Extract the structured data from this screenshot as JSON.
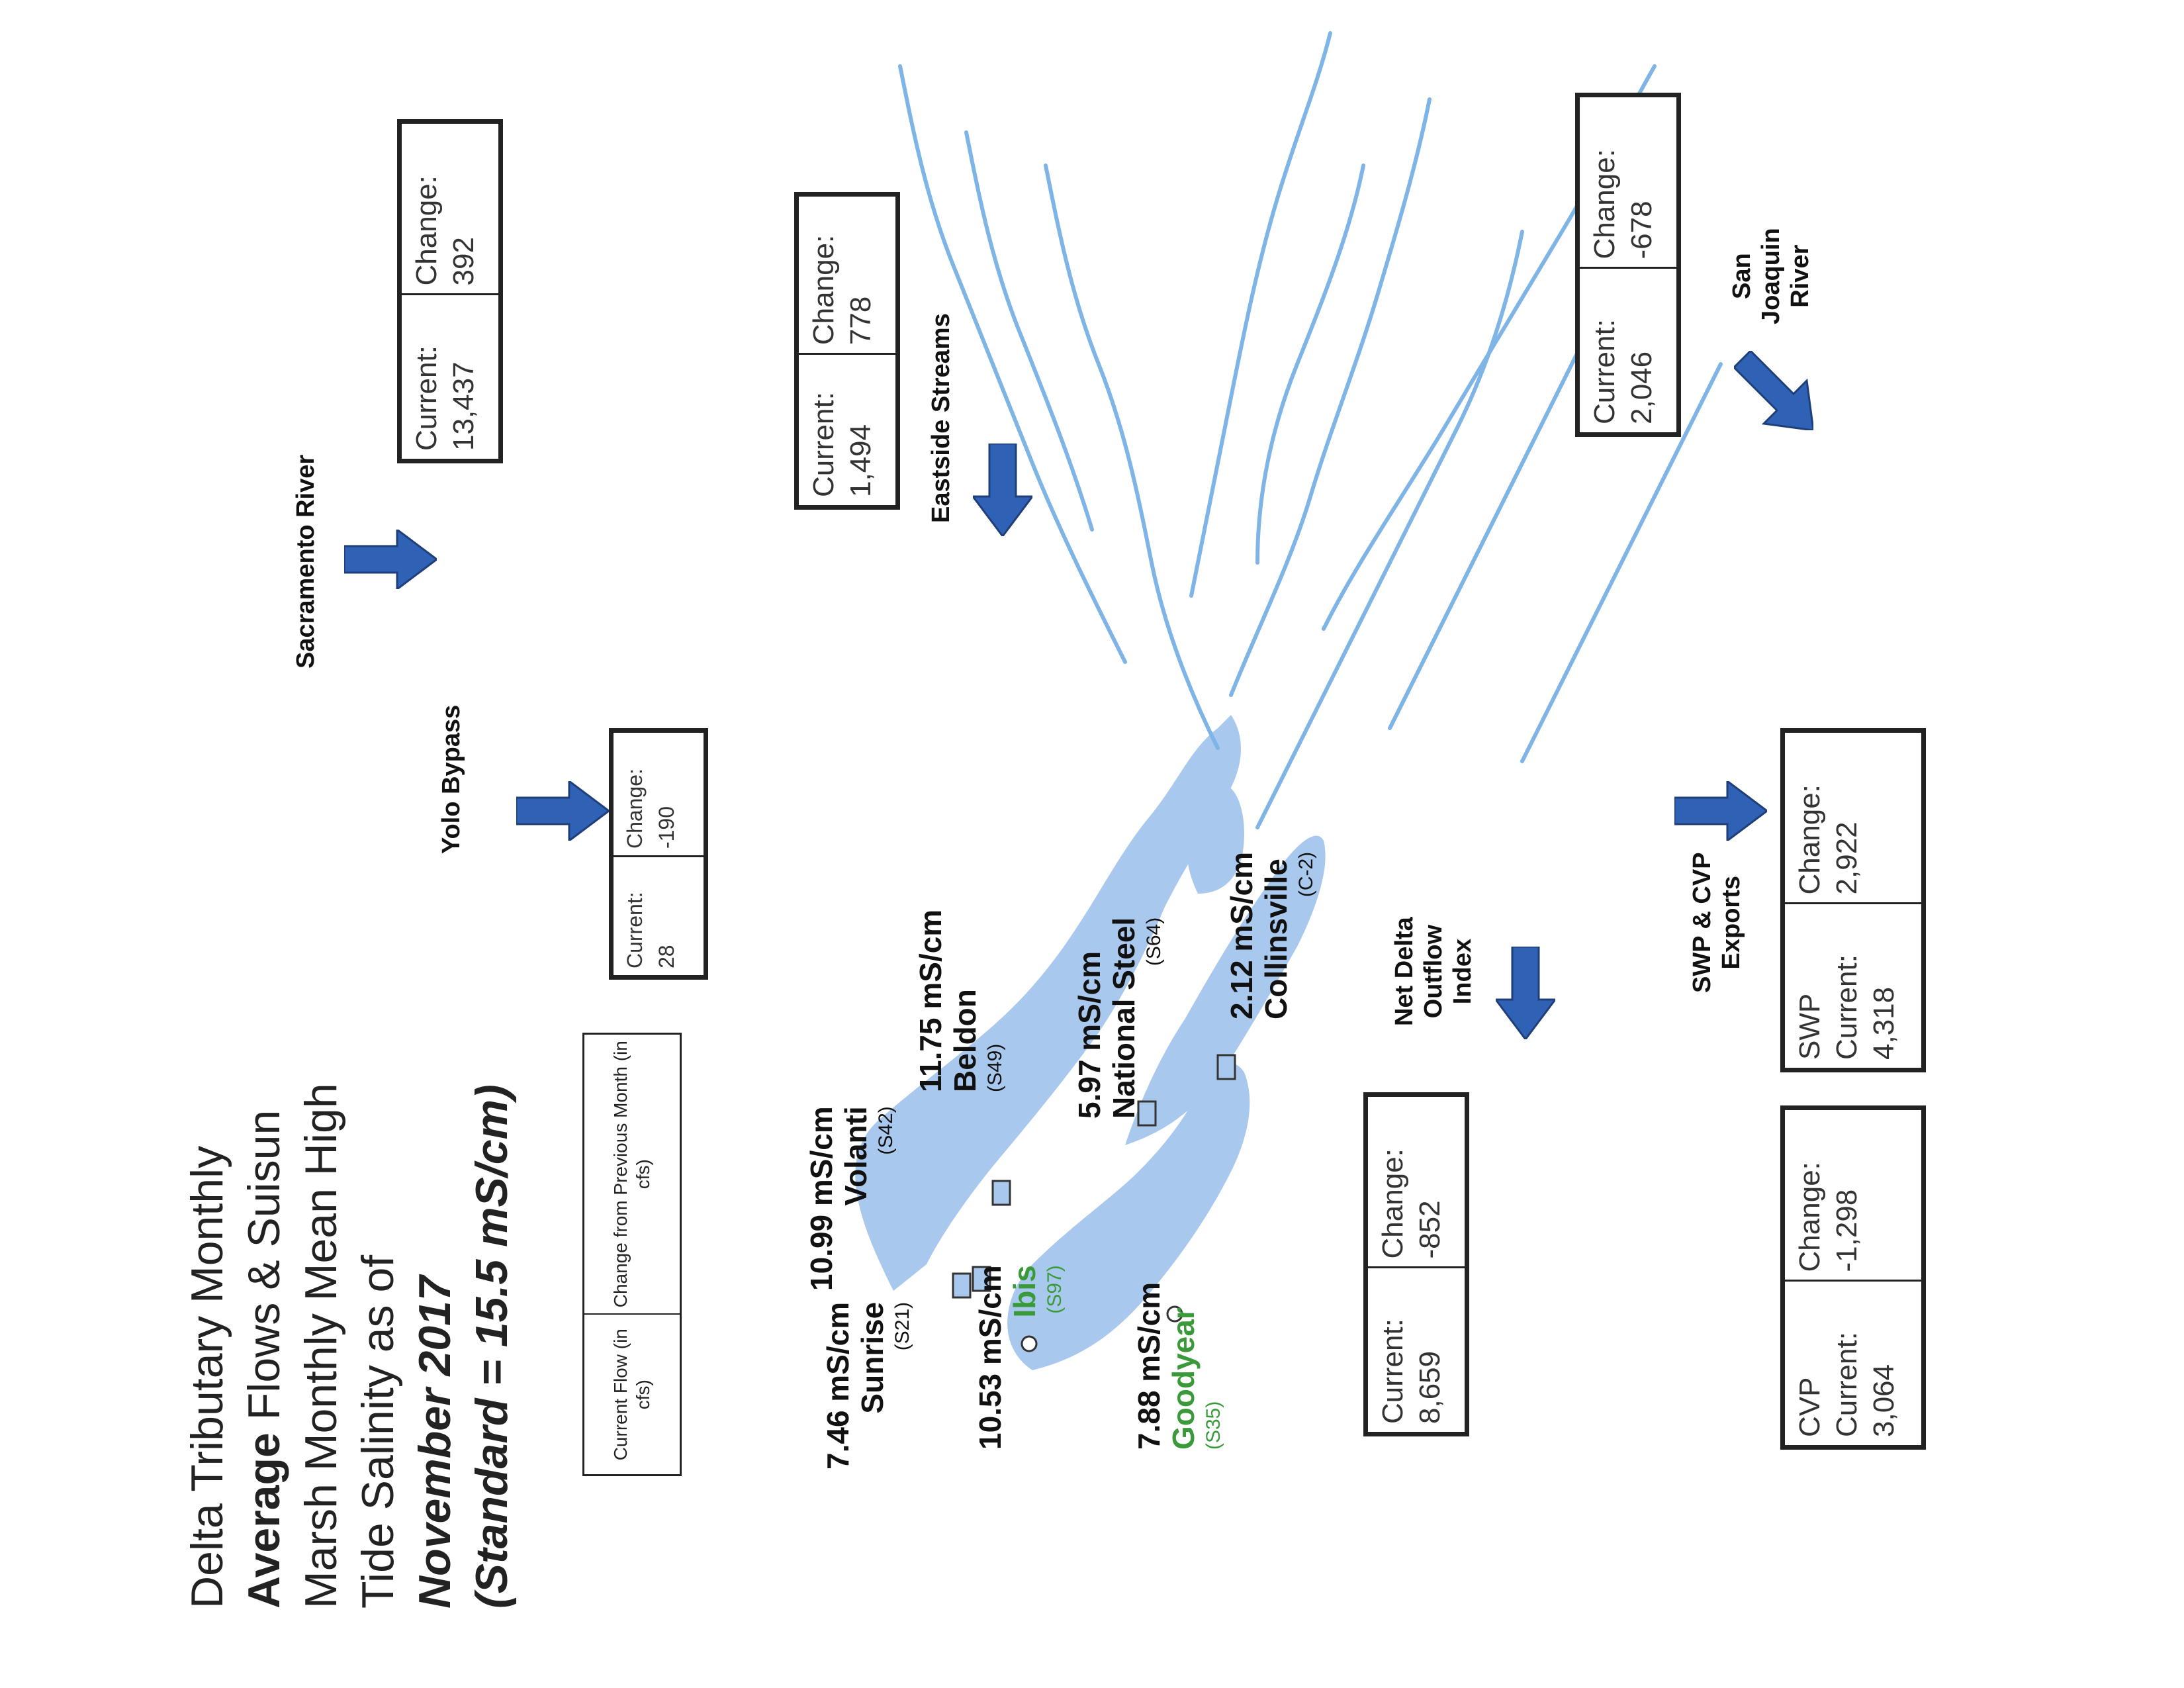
{
  "title": {
    "line1": "Delta Tributary Monthly",
    "line2a": "Average",
    "line2b": " Flows & Suisun",
    "line3": "Marsh Monthly Mean High",
    "line4": "Tide Salinity as of",
    "line5": "November 2017",
    "line6": "(Standard = 15.5 mS/cm)"
  },
  "legend": {
    "current_label": "Current Flow (in cfs)",
    "change_label": "Change from Previous Month (in cfs)"
  },
  "flows": {
    "yolo": {
      "name": "Yolo Bypass",
      "current_label": "Current:",
      "current": "28",
      "change_label": "Change:",
      "change": "-190"
    },
    "sacramento": {
      "name": "Sacramento River",
      "current_label": "Current:",
      "current": "13,437",
      "change_label": "Change:",
      "change": "392"
    },
    "eastside": {
      "name": "Eastside Streams",
      "current_label": "Current:",
      "current": "1,494",
      "change_label": "Change:",
      "change": "778"
    },
    "sanjoaquin": {
      "name": "San Joaquin River",
      "name_l1": "San",
      "name_l2": "Joaquin",
      "name_l3": "River",
      "current_label": "Current:",
      "current": "2,046",
      "change_label": "Change:",
      "change": "-678"
    },
    "ndoi": {
      "name": "Net Delta Outflow Index",
      "name_l1": "Net Delta",
      "name_l2": "Outflow",
      "name_l3": "Index",
      "current_label": "Current:",
      "current": "8,659",
      "change_label": "Change:",
      "change": "-852"
    },
    "exports": {
      "name_l1": "SWP & CVP",
      "name_l2": "Exports"
    },
    "swp": {
      "current_label_1": "SWP",
      "current_label_2": "Current:",
      "current": "4,318",
      "change_label": "Change:",
      "change": "2,922"
    },
    "cvp": {
      "current_label_1": "CVP",
      "current_label_2": "Current:",
      "current": "3,064",
      "change_label": "Change:",
      "change": "-1,298"
    }
  },
  "stations": [
    {
      "id": "sunrise",
      "value": "7.46 mS/cm",
      "name": "Sunrise",
      "code": "(S21)",
      "green": false
    },
    {
      "id": "ibis",
      "value": "10.53 mS/cm",
      "name": "Ibis",
      "code": "(S97)",
      "green": true
    },
    {
      "id": "goodyear",
      "value": "7.88 mS/cm",
      "name": "Goodyear",
      "code": "(S35)",
      "green": true
    },
    {
      "id": "volanti",
      "value": "10.99 mS/cm",
      "name": "Volanti",
      "code": "(S42)",
      "green": false
    },
    {
      "id": "beldon",
      "value": "11.75 mS/cm",
      "name": "Beldon",
      "code": "(S49)",
      "green": false
    },
    {
      "id": "nationalsteel",
      "value": "5.97 mS/cm",
      "name": "National Steel",
      "code": "(S64)",
      "green": false
    },
    {
      "id": "collinsville",
      "value": "2.12 mS/cm",
      "name": "Collinsville",
      "code": "(C-2)",
      "green": false
    }
  ],
  "colors": {
    "water": "#a9c8ee",
    "river_line": "#7fb4e6",
    "arrow": "#2f62b4",
    "arrow_edge": "#1f3f7a",
    "station_green": "#3a9a3a",
    "box_border": "#222222"
  }
}
